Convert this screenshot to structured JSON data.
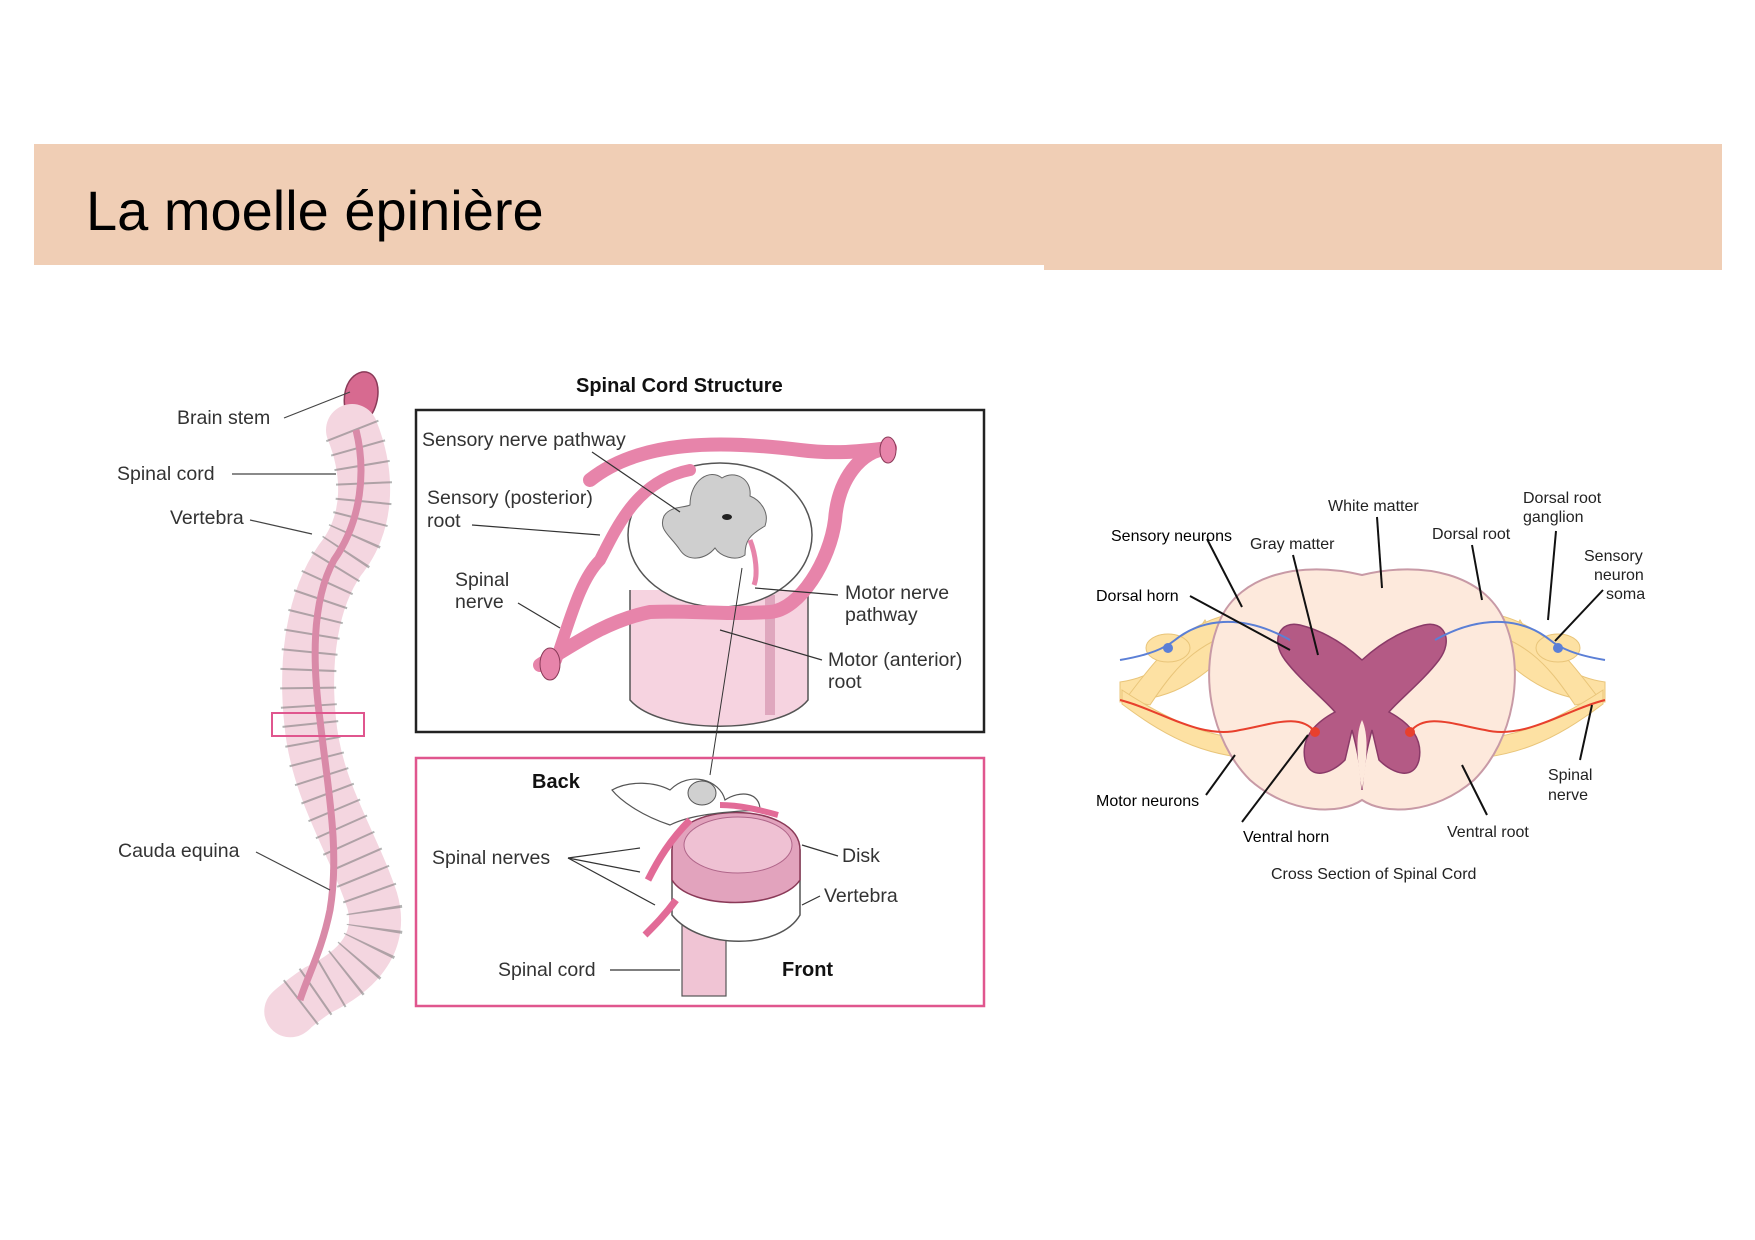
{
  "slide": {
    "title": "La moelle épinière",
    "header_color": "#f0ceb5"
  },
  "figure_spine": {
    "labels": {
      "brain_stem": "Brain stem",
      "spinal_cord": "Spinal cord",
      "vertebra": "Vertebra",
      "cauda_equina": "Cauda equina"
    }
  },
  "figure_structure": {
    "title": "Spinal Cord Structure",
    "labels": {
      "sensory_pathway": "Sensory nerve pathway",
      "sensory_root_1": "Sensory (posterior)",
      "sensory_root_2": "root",
      "spinal_nerve_1": "Spinal",
      "spinal_nerve_2": "nerve",
      "motor_pathway_1": "Motor nerve",
      "motor_pathway_2": "pathway",
      "motor_root_1": "Motor (anterior)",
      "motor_root_2": "root"
    }
  },
  "figure_vertebra": {
    "labels": {
      "back": "Back",
      "front": "Front",
      "spinal_nerves": "Spinal nerves",
      "disk": "Disk",
      "vertebra": "Vertebra",
      "spinal_cord": "Spinal cord"
    }
  },
  "figure_cross_section": {
    "caption": "Cross Section of Spinal Cord",
    "labels": {
      "white_matter": "White matter",
      "dorsal_root_ganglion_1": "Dorsal root",
      "dorsal_root_ganglion_2": "ganglion",
      "sensory_neurons": "Sensory neurons",
      "gray_matter": "Gray matter",
      "dorsal_root": "Dorsal root",
      "sensory_soma_1": "Sensory",
      "sensory_soma_2": "neuron",
      "sensory_soma_3": "soma",
      "dorsal_horn": "Dorsal horn",
      "spinal_nerve_1": "Spinal",
      "spinal_nerve_2": "nerve",
      "motor_neurons": "Motor neurons",
      "ventral_horn": "Ventral horn",
      "ventral_root": "Ventral root"
    }
  }
}
